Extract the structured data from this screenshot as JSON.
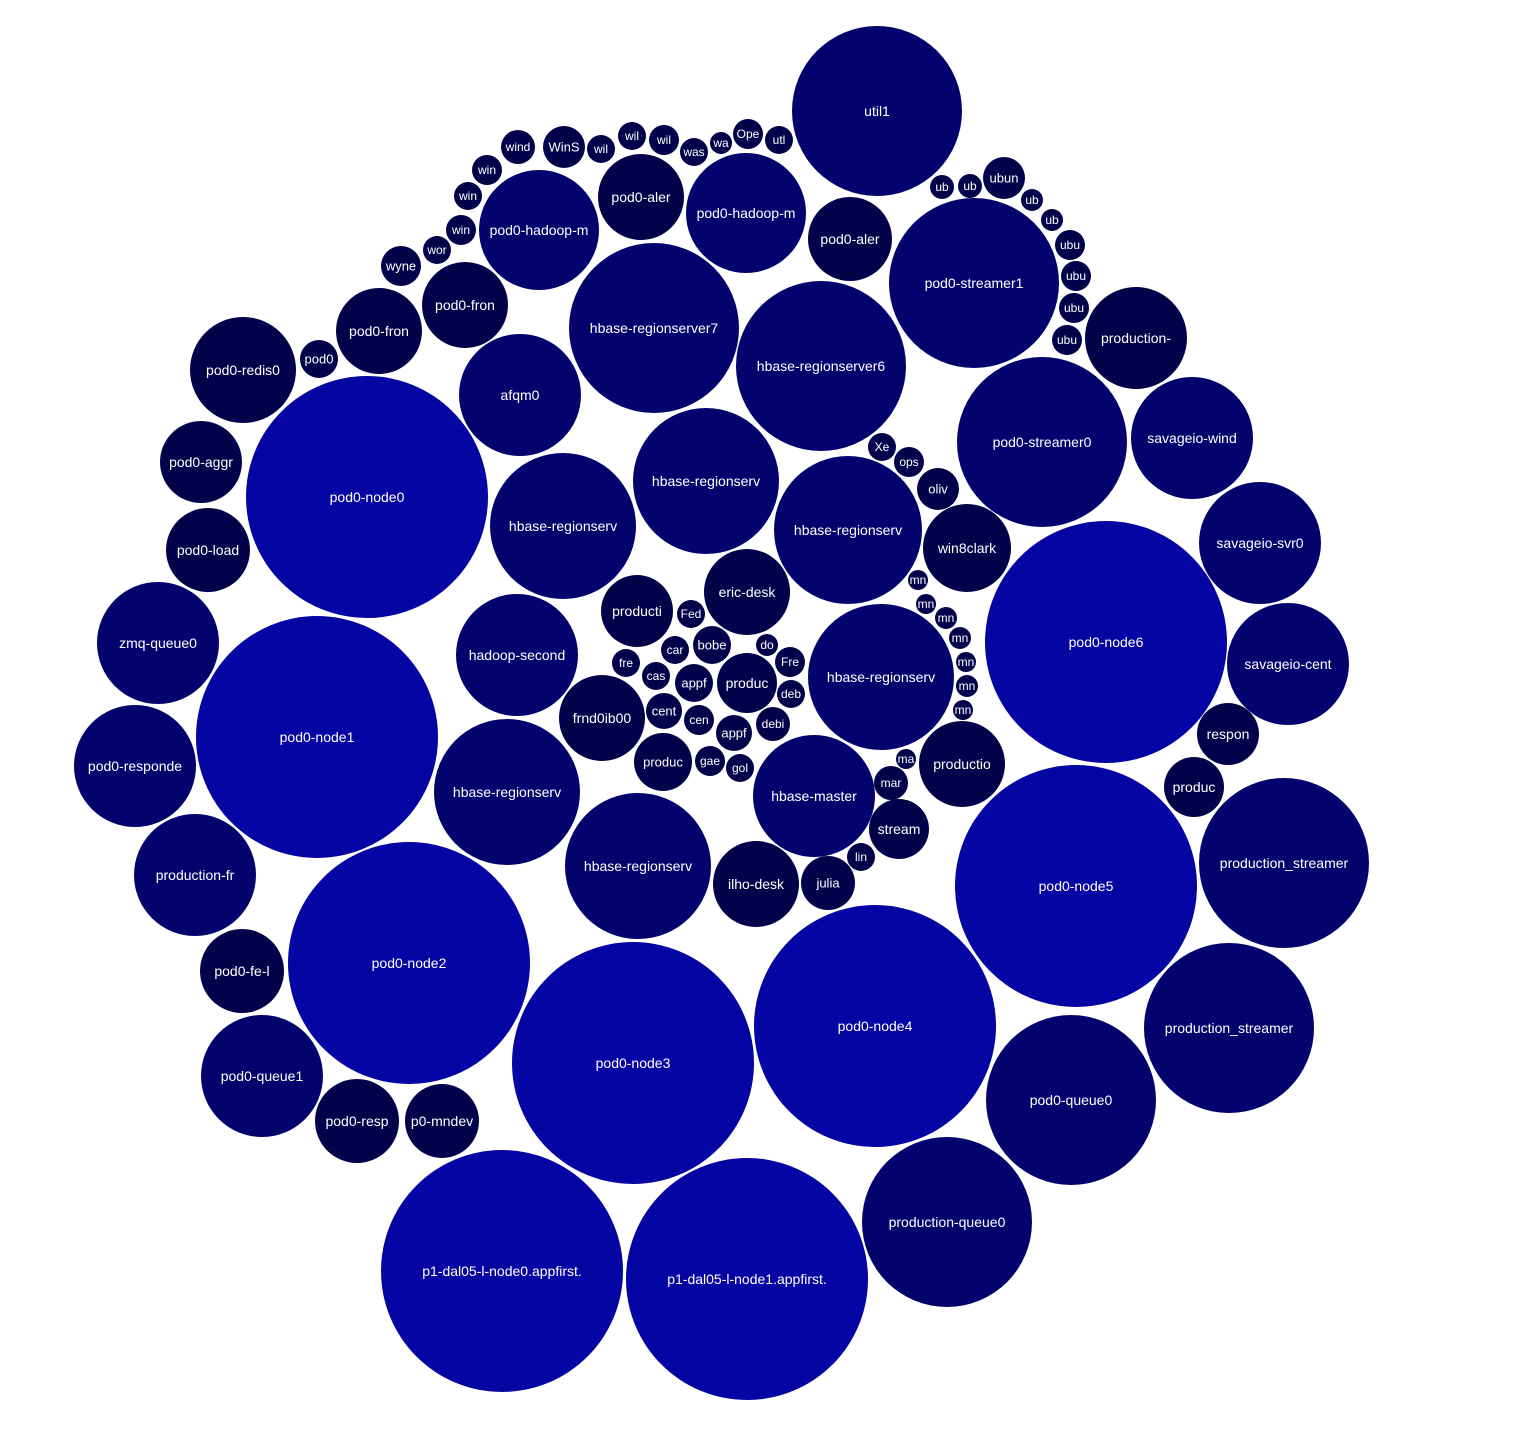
{
  "chart_data": {
    "type": "bubble",
    "colors": {
      "large": "#0505a3",
      "medium": "#03036e",
      "small": "#02024a"
    },
    "bubbles": [
      {
        "label": "util1",
        "value": 85
      },
      {
        "label": "wind",
        "value": 17
      },
      {
        "label": "WinS",
        "value": 21
      },
      {
        "label": "wil",
        "value": 14
      },
      {
        "label": "wil",
        "value": 14
      },
      {
        "label": "wil",
        "value": 15
      },
      {
        "label": "was",
        "value": 14
      },
      {
        "label": "wa",
        "value": 11
      },
      {
        "label": "Ope",
        "value": 15
      },
      {
        "label": "utl",
        "value": 14
      },
      {
        "label": "win",
        "value": 15
      },
      {
        "label": "win",
        "value": 14
      },
      {
        "label": "win",
        "value": 15
      },
      {
        "label": "wor",
        "value": 14
      },
      {
        "label": "wyne",
        "value": 20
      },
      {
        "label": "pod0-hadoop-m",
        "value": 60
      },
      {
        "label": "pod0-aler",
        "value": 43
      },
      {
        "label": "pod0-hadoop-m",
        "value": 60
      },
      {
        "label": "pod0-aler",
        "value": 42
      },
      {
        "label": "ub",
        "value": 12
      },
      {
        "label": "ub",
        "value": 12
      },
      {
        "label": "ubun",
        "value": 21
      },
      {
        "label": "ub",
        "value": 11
      },
      {
        "label": "ub",
        "value": 11
      },
      {
        "label": "ubu",
        "value": 15
      },
      {
        "label": "ubu",
        "value": 15
      },
      {
        "label": "ubu",
        "value": 15
      },
      {
        "label": "ubu",
        "value": 15
      },
      {
        "label": "pod0-streamer1",
        "value": 85
      },
      {
        "label": "production-",
        "value": 51
      },
      {
        "label": "pod0-fron",
        "value": 43
      },
      {
        "label": "pod0-fron",
        "value": 43
      },
      {
        "label": "pod0",
        "value": 19
      },
      {
        "label": "pod0-redis0",
        "value": 53
      },
      {
        "label": "hbase-regionserver7",
        "value": 85
      },
      {
        "label": "hbase-regionserver6",
        "value": 85
      },
      {
        "label": "afqm0",
        "value": 61
      },
      {
        "label": "pod0-node0",
        "value": 121
      },
      {
        "label": "pod0-aggr",
        "value": 41
      },
      {
        "label": "pod0-load",
        "value": 42
      },
      {
        "label": "hbase-regionserv",
        "value": 73
      },
      {
        "label": "hbase-regionserv",
        "value": 73
      },
      {
        "label": "hbase-regionserv",
        "value": 74
      },
      {
        "label": "pod0-streamer0",
        "value": 85
      },
      {
        "label": "savageio-wind",
        "value": 61
      },
      {
        "label": "Xe",
        "value": 14
      },
      {
        "label": "ops",
        "value": 15
      },
      {
        "label": "oliv",
        "value": 21
      },
      {
        "label": "win8clark",
        "value": 44
      },
      {
        "label": "savageio-svr0",
        "value": 61
      },
      {
        "label": "zmq-queue0",
        "value": 61
      },
      {
        "label": "eric-desk",
        "value": 43
      },
      {
        "label": "producti",
        "value": 36
      },
      {
        "label": "Fed",
        "value": 14
      },
      {
        "label": "car",
        "value": 14
      },
      {
        "label": "bobe",
        "value": 19
      },
      {
        "label": "do",
        "value": 11
      },
      {
        "label": "Fre",
        "value": 15
      },
      {
        "label": "fre",
        "value": 14
      },
      {
        "label": "cas",
        "value": 14
      },
      {
        "label": "appf",
        "value": 19
      },
      {
        "label": "produc",
        "value": 30
      },
      {
        "label": "deb",
        "value": 14
      },
      {
        "label": "cent",
        "value": 18
      },
      {
        "label": "cen",
        "value": 15
      },
      {
        "label": "appf",
        "value": 18
      },
      {
        "label": "debi",
        "value": 17
      },
      {
        "label": "produc",
        "value": 29
      },
      {
        "label": "gae",
        "value": 15
      },
      {
        "label": "gol",
        "value": 14
      },
      {
        "label": "hadoop-second",
        "value": 61
      },
      {
        "label": "frnd0ib00",
        "value": 43
      },
      {
        "label": "hbase-regionserv",
        "value": 73
      },
      {
        "label": "mn",
        "value": 10
      },
      {
        "label": "mn",
        "value": 10
      },
      {
        "label": "mn",
        "value": 11
      },
      {
        "label": "mn",
        "value": 11
      },
      {
        "label": "mn",
        "value": 10
      },
      {
        "label": "mn",
        "value": 11
      },
      {
        "label": "mn",
        "value": 10
      },
      {
        "label": "pod0-node6",
        "value": 121
      },
      {
        "label": "savageio-cent",
        "value": 61
      },
      {
        "label": "pod0-node1",
        "value": 121
      },
      {
        "label": "pod0-responde",
        "value": 61
      },
      {
        "label": "hbase-regionserv",
        "value": 73
      },
      {
        "label": "hbase-master",
        "value": 61
      },
      {
        "label": "productio",
        "value": 43
      },
      {
        "label": "respon",
        "value": 31
      },
      {
        "label": "ma",
        "value": 10
      },
      {
        "label": "mar",
        "value": 17
      },
      {
        "label": "stream",
        "value": 30
      },
      {
        "label": "produc",
        "value": 30
      },
      {
        "label": "lin",
        "value": 14
      },
      {
        "label": "julia",
        "value": 27
      },
      {
        "label": "ilho-desk",
        "value": 43
      },
      {
        "label": "hbase-regionserv",
        "value": 73
      },
      {
        "label": "production-fr",
        "value": 61
      },
      {
        "label": "pod0-node5",
        "value": 121
      },
      {
        "label": "production_streamer",
        "value": 85
      },
      {
        "label": "pod0-fe-l",
        "value": 42
      },
      {
        "label": "pod0-node2",
        "value": 121
      },
      {
        "label": "pod0-node3",
        "value": 121
      },
      {
        "label": "pod0-node4",
        "value": 121
      },
      {
        "label": "production_streamer",
        "value": 85
      },
      {
        "label": "pod0-queue1",
        "value": 61
      },
      {
        "label": "pod0-queue0",
        "value": 85
      },
      {
        "label": "pod0-resp",
        "value": 42
      },
      {
        "label": "p0-mndev",
        "value": 37
      },
      {
        "label": "production-queue0",
        "value": 85
      },
      {
        "label": "p1-dal05-l-node0.appfirst.",
        "value": 121
      },
      {
        "label": "p1-dal05-l-node1.appfirst.",
        "value": 121
      }
    ]
  }
}
